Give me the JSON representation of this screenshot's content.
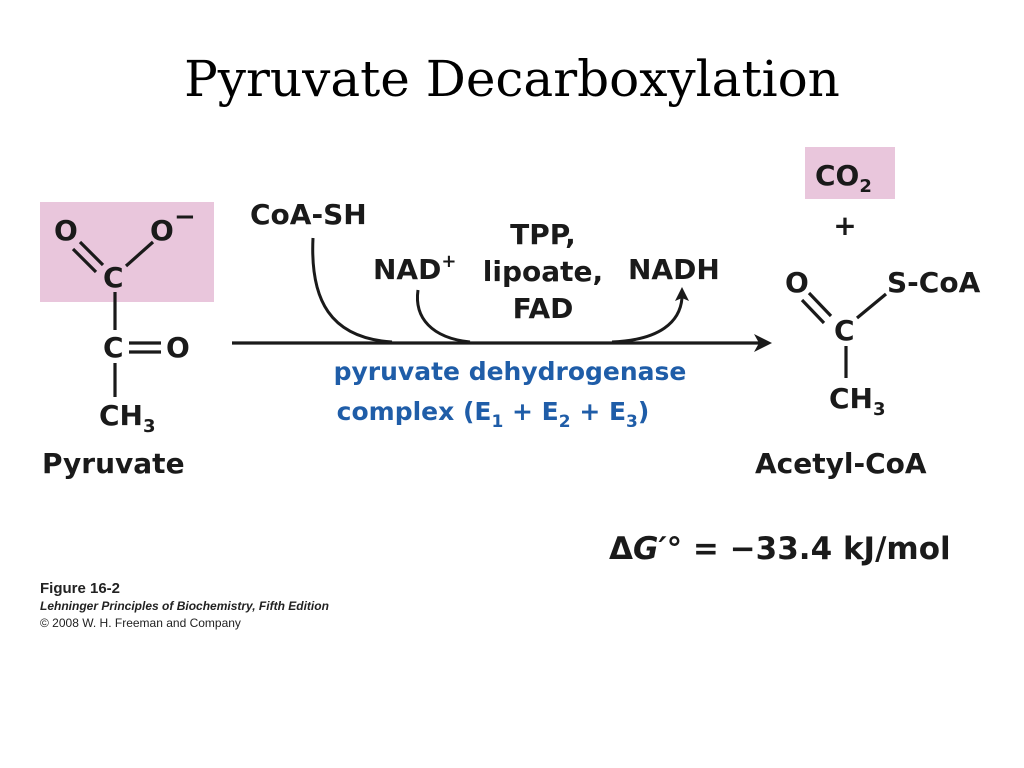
{
  "title": "Pyruvate Decarboxylation",
  "colors": {
    "highlight": "#e9c6dc",
    "enzyme_text": "#1f5da8",
    "ink": "#1a1a1a"
  },
  "pyruvate": {
    "o_left": "O",
    "o_minus": "O",
    "minus": "−",
    "c_top": "C",
    "c_mid": "C",
    "o_right": "O",
    "ch": "CH",
    "ch_sub": "3",
    "label": "Pyruvate"
  },
  "reaction": {
    "coa_sh": "CoA-SH",
    "nad": "NAD",
    "nad_sup": "+",
    "cofactors": [
      "TPP,",
      "lipoate,",
      "FAD"
    ],
    "nadh": "NADH",
    "enzyme_line1": "pyruvate dehydrogenase",
    "enzyme_line2": {
      "prefix": "complex (E",
      "s1": "1",
      "plus1": " + E",
      "s2": "2",
      "plus2": " + E",
      "s3": "3",
      "suffix": ")"
    }
  },
  "acetyl_coa": {
    "co": "CO",
    "co_sub": "2",
    "plus": "+",
    "o": "O",
    "s_coa": "S-CoA",
    "c": "C",
    "ch": "CH",
    "ch_sub": "3",
    "label": "Acetyl-CoA"
  },
  "delta_g": {
    "symbol": "Δ",
    "g": "G′°",
    "equals": " = ",
    "value": "−33.4 kJ/mol"
  },
  "caption": {
    "figure": "Figure 16-2",
    "book": "Lehninger Principles of Biochemistry, Fifth Edition",
    "copyright": "© 2008 W. H. Freeman and Company"
  }
}
